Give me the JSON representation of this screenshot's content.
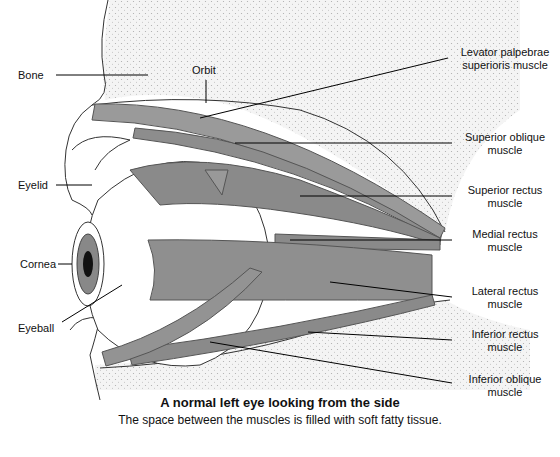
{
  "diagram": {
    "caption": "A normal left eye looking from the side",
    "labels": [
      "Bone",
      "Orbit",
      "Eyelid",
      "Cornea",
      "Eyeball",
      "Levator palpebrae superioris muscle",
      "Superior oblique muscle",
      "Superior rectus muscle",
      "Medial rectus muscle",
      "Lateral rectus muscle",
      "Inferior rectus muscle",
      "Inferior oblique muscle",
      "The space between the muscles is filled with soft fatty tissue."
    ]
  }
}
